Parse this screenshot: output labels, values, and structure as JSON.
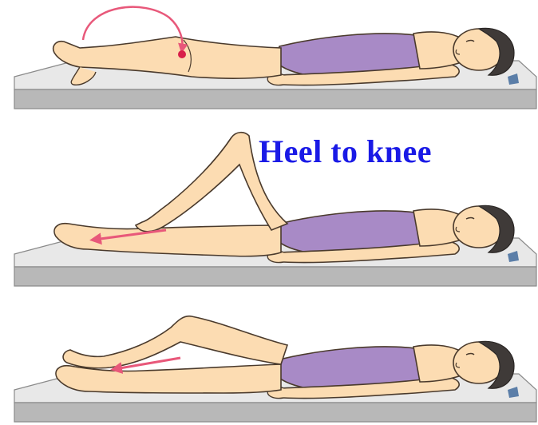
{
  "caption": "Heel to knee",
  "colors": {
    "skin": "#fcdcb2",
    "outline": "#4a3a2c",
    "swimsuit": "#a88ac6",
    "hair": "#3f3a38",
    "mat_top": "#e8e8e8",
    "mat_side": "#b8b8b8",
    "arrow": "#e8587a",
    "caption": "#1a1ae6"
  },
  "panels": [
    {
      "id": "start",
      "motion": "arc-from-heel-to-knee"
    },
    {
      "id": "slide",
      "motion": "heel-slides-down-shin"
    },
    {
      "id": "end",
      "motion": "heel-at-ankle"
    }
  ]
}
